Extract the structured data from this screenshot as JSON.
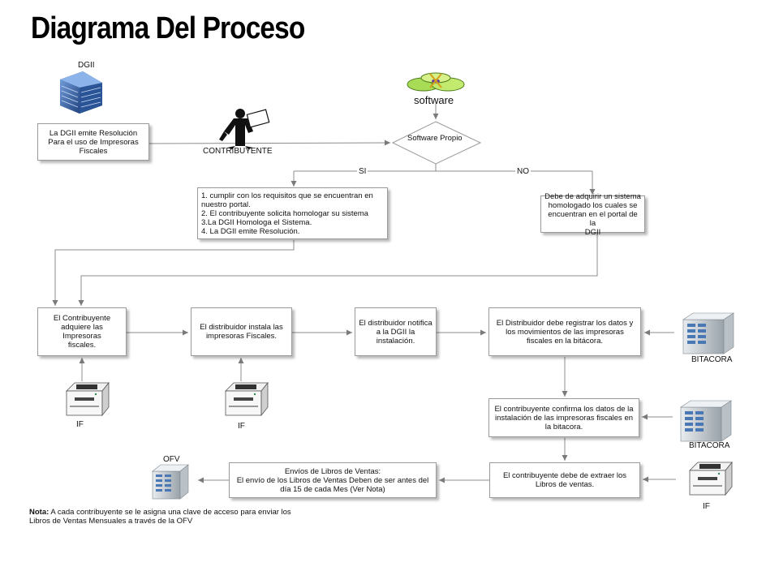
{
  "title": "Diagrama Del Proceso",
  "labels": {
    "dgii": "DGII",
    "software": "software",
    "contribuyente": "CONTRIBUYENTE",
    "si": "SI",
    "no": "NO",
    "bitacora_1": "BITACORA",
    "bitacora_2": "BITACORA",
    "if_1": "IF",
    "if_2": "IF",
    "if_3": "IF",
    "ofv": "OFV"
  },
  "nodes": {
    "resolucion": "La DGII emite Resolución\nPara el uso de Impresoras\nFiscales",
    "software_propio": "Software Propio",
    "requisitos": "1.  cumplir con los requisitos que se encuentran en\nnuestro portal.\n2. El contribuyente solicita homologar su sistema\n3.La DGII Homologa el Sistema.\n4. La DGII emite Resolución.",
    "adquirir": "Debe de adquirir un sistema\nhomologado los cuales se\nencuentran en el portal de la\nDGII",
    "adquiere_impresoras": "El Contribuyente\nadquiere las Impresoras\nfiscales.",
    "distribuidor_instala": "El distribuidor instala las\nimpresoras Fiscales.",
    "distribuidor_notifica": "El distribuidor notifica\na la DGII la\ninstalación.",
    "registrar_datos": "El Distribuidor  debe  registrar los datos y\nlos movimientos de las  impresoras\nfiscales en la bitácora.",
    "confirma_datos": "El contribuyente confirma los datos de la\ninstalación de las impresoras fiscales en\nla bitacora.",
    "extraer_libros": "El contribuyente debe de extraer los\nLibros de ventas.",
    "envios_libros": "Envíos de Libros de Ventas:\nEl envío de los Libros de Ventas Deben de ser antes del\ndía 15 de cada Mes (Ver Nota)"
  },
  "note": {
    "label": "Nota:",
    "text": " A cada contribuyente se le asigna una clave de acceso para enviar los Libros de Ventas Mensuales a través de la OFV"
  },
  "icons": {
    "dgii": "office-building-icon",
    "software": "software-disc-icon",
    "contribuyente": "person-reading-icon",
    "bitacora": "server-tower-icon",
    "if": "fiscal-printer-icon",
    "ofv": "server-tower-icon"
  },
  "colors": {
    "box_border": "#9a9a9a",
    "connector": "#8c8c8c",
    "arrow": "#7a7a7a",
    "building_blue": "#3f6db5",
    "software_green": "#9bd14a"
  }
}
